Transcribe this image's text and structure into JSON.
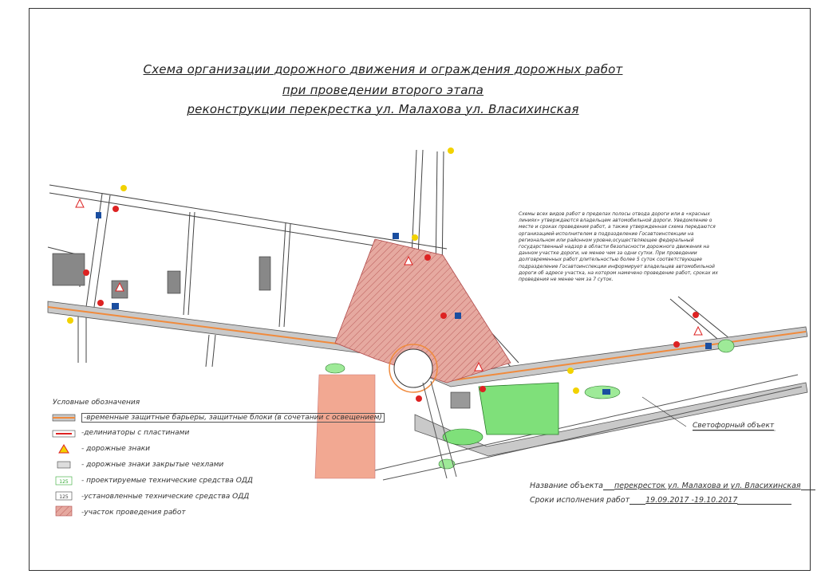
{
  "title": {
    "line1": "Схема организации дорожного движения и ограждения дорожных работ",
    "line2": "при проведении второго этапа",
    "line3": "реконструкции перекрестка ул. Малахова ул. Власихинская"
  },
  "note": "Схемы всех видов работ в пределах полосы отвода дороги или в «красных линиях» утверждаются владельцем автомобильной дороги. Уведомление о месте и сроках проведения работ, а также утвержденная схема передаются организацией-исполнителем в подразделение Госавтоинспекции на региональном или районном уровне,осуществляющее федеральный государственный надзор в области безопасности дорожного движения на данном участке дороги, не менее чем за одни сутки. При проведении долговременных работ длительностью более 5 суток соответствующее подразделение Госавтоинспекции информирует владельцев автомобильной дороги об адресе участка, на котором намечено проведение работ, сроках их проведения не менее чем за 7 суток.",
  "legend": {
    "title": "Условные обозначения",
    "items": [
      {
        "label": "-временные защитные барьеры, защитные блоки (в сочетании с освещением)",
        "symbol": "barrier-symbol"
      },
      {
        "label": "-делиниаторы с пластинами",
        "symbol": "delineator-symbol"
      },
      {
        "label": "- дорожные знаки",
        "symbol": "warning-sign-symbol"
      },
      {
        "label": "- дорожные знаки закрытые чехлами",
        "symbol": "covered-sign-symbol"
      },
      {
        "label": "- проектируемые технические средства ОДД",
        "symbol": "projected-tools-symbol",
        "code": "125"
      },
      {
        "label": "-установленные технические средства ОДД",
        "symbol": "installed-tools-symbol",
        "code": "125"
      },
      {
        "label": "-участок проведения работ",
        "symbol": "work-area-symbol"
      }
    ]
  },
  "info": {
    "object_label": "Название объекта",
    "object_value": "перекресток ул. Малахова и ул. Власихинская",
    "period_label": "Сроки исполнения работ",
    "period_value": "19.09.2017 -19.10.2017"
  },
  "signal_label": "Светофорный объект",
  "colors": {
    "road": "#6b6b6b",
    "work_area": "#e6a9a0",
    "green": "#7fe07a",
    "barrier": "#f08a3c",
    "salmon": "#f2a892"
  }
}
